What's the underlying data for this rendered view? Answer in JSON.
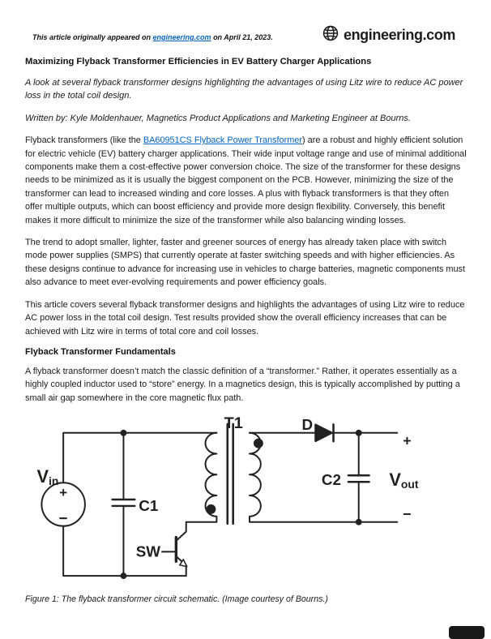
{
  "header": {
    "note_prefix": "This article originally appeared on ",
    "note_link": "engineering.com",
    "note_suffix": " on April 21, 2023.",
    "logo_text": "engineering.com"
  },
  "article": {
    "title": "Maximizing Flyback Transformer Efficiencies in EV Battery Charger Applications",
    "subtitle": "A look at several flyback transformer designs highlighting the advantages of using Litz wire to reduce AC power loss in the total coil design.",
    "byline": "Written by: Kyle Moldenhauer, Magnetics Product Applications and Marketing Engineer at Bourns.",
    "p1_prefix": "Flyback transformers (like the ",
    "p1_link": "BA60951CS Flyback Power Transformer",
    "p1_suffix": ") are a robust and highly efficient solution for electric vehicle (EV) battery charger applications. Their wide input voltage range and use of minimal additional components make them a cost-effective power conversion choice. The size of the transformer for these designs needs to be minimized as it is usually the biggest component on the PCB. However, minimizing the size of the transformer can lead to increased winding and core losses. A plus with flyback transformers is that they often offer multiple outputs, which can boost efficiency and provide more design flexibility. Conversely, this benefit makes it more difficult to minimize the size of the transformer while also balancing winding losses.",
    "p2": "The trend to adopt smaller, lighter, faster and greener sources of energy has already taken place with switch mode power supplies (SMPS) that currently operate at faster switching speeds and with higher efficiencies. As these designs continue to advance for increasing use in vehicles to charge batteries, magnetic components must also advance to meet ever-evolving requirements and power efficiency goals.",
    "p3": "This article covers several flyback transformer designs and highlights the advantages of using Litz wire to reduce AC power loss in the total coil design. Test results provided show the overall efficiency increases that can be achieved with Litz wire in terms of total core and coil losses.",
    "heading2": "Flyback Transformer Fundamentals",
    "p4": "A flyback transformer doesn’t match the classic definition of a “transformer.”  Rather, it operates essentially as a highly coupled inductor used to “store” energy.  In a magnetics design, this is typically accomplished by putting a small air gap somewhere in the core magnetic flux path.",
    "caption": "Figure 1: The flyback transformer circuit schematic. (Image courtesy of Bourns.)"
  },
  "schematic": {
    "vin_main": "V",
    "vin_sub": "in",
    "vout_main": "V",
    "vout_sub": "out",
    "c1": "C1",
    "c2": "C2",
    "sw": "SW",
    "t1": "T1",
    "d": "D",
    "plus_src": "+",
    "minus_src": "−",
    "plus_out": "+",
    "minus_out": "−"
  },
  "colors": {
    "link": "#0563c1",
    "text": "#1b1b1b",
    "stroke": "#222222"
  }
}
